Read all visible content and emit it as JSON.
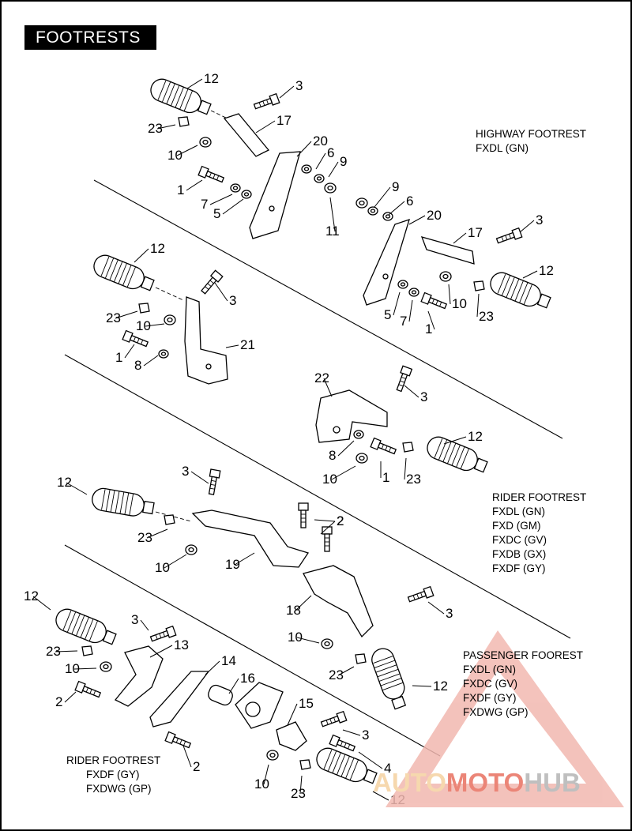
{
  "title": "FOOTRESTS",
  "sections": [
    {
      "id": "highway",
      "lines": [
        "HIGHWAY FOOTREST",
        "FXDL (GN)"
      ]
    },
    {
      "id": "rider",
      "lines": [
        "RIDER FOOTREST",
        "FXDL (GN)",
        "FXD (GM)",
        "FXDC (GV)",
        "FXDB (GX)",
        "FXDF (GY)"
      ]
    },
    {
      "id": "passenger",
      "lines": [
        "PASSENGER FOOREST",
        "FXDL (GN)",
        "FXDC (GV)",
        "FXDF (GY)",
        "FXDWG (GP)"
      ]
    },
    {
      "id": "rider-lower",
      "lines": [
        "RIDER FOOTREST",
        "FXDF (GY)",
        "FXDWG (GP)"
      ]
    }
  ],
  "callouts": [
    "12",
    "3",
    "23",
    "17",
    "10",
    "20",
    "6",
    "9",
    "1",
    "7",
    "5",
    "11",
    "9",
    "6",
    "20",
    "17",
    "3",
    "12",
    "10",
    "23",
    "5",
    "7",
    "1",
    "12",
    "3",
    "23",
    "10",
    "21",
    "1",
    "8",
    "22",
    "3",
    "12",
    "8",
    "10",
    "1",
    "23",
    "3",
    "12",
    "2",
    "23",
    "10",
    "19",
    "2",
    "18",
    "3",
    "10",
    "23",
    "12",
    "12",
    "3",
    "13",
    "23",
    "10",
    "2",
    "14",
    "16",
    "15",
    "3",
    "4",
    "2",
    "10",
    "23",
    "12"
  ],
  "watermark": {
    "part1": "AUTO",
    "part2": "MOTO",
    "part3": "HUB",
    "colors": [
      "#f2b8b0",
      "#e87060",
      "#b5b5b5",
      "#f5d2a0"
    ]
  }
}
